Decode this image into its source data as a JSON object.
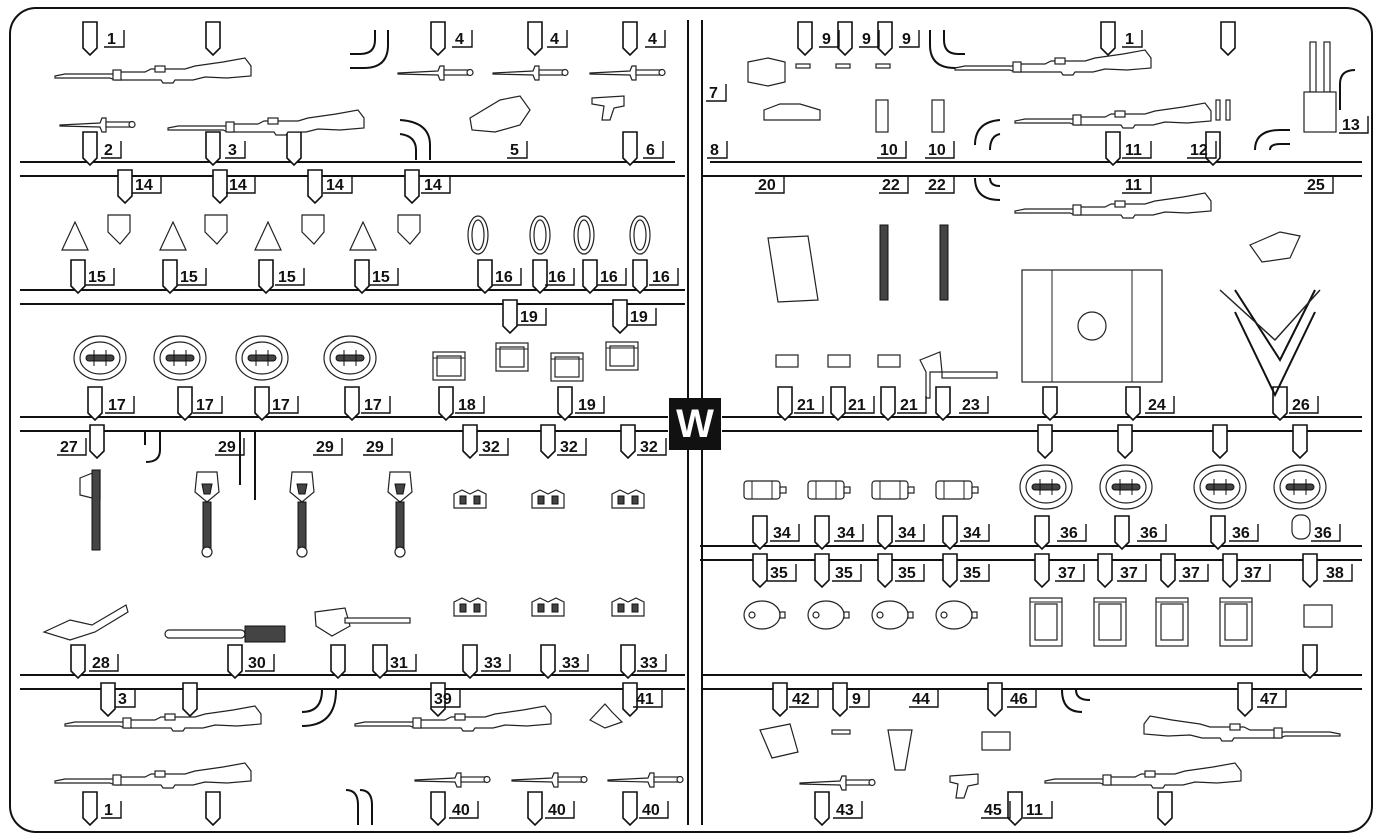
{
  "sprue": {
    "letter": "W"
  },
  "part_labels": [
    {
      "n": "1"
    },
    {
      "n": "4"
    },
    {
      "n": "4"
    },
    {
      "n": "4"
    },
    {
      "n": "9"
    },
    {
      "n": "9"
    },
    {
      "n": "9"
    },
    {
      "n": "1"
    },
    {
      "n": "7"
    },
    {
      "n": "2"
    },
    {
      "n": "3"
    },
    {
      "n": "5"
    },
    {
      "n": "6"
    },
    {
      "n": "8"
    },
    {
      "n": "10"
    },
    {
      "n": "10"
    },
    {
      "n": "11"
    },
    {
      "n": "12"
    },
    {
      "n": "13"
    },
    {
      "n": "14"
    },
    {
      "n": "14"
    },
    {
      "n": "14"
    },
    {
      "n": "14"
    },
    {
      "n": "20"
    },
    {
      "n": "22"
    },
    {
      "n": "22"
    },
    {
      "n": "11"
    },
    {
      "n": "25"
    },
    {
      "n": "15"
    },
    {
      "n": "15"
    },
    {
      "n": "15"
    },
    {
      "n": "15"
    },
    {
      "n": "16"
    },
    {
      "n": "16"
    },
    {
      "n": "16"
    },
    {
      "n": "16"
    },
    {
      "n": "19"
    },
    {
      "n": "19"
    },
    {
      "n": "17"
    },
    {
      "n": "17"
    },
    {
      "n": "17"
    },
    {
      "n": "17"
    },
    {
      "n": "18"
    },
    {
      "n": "19"
    },
    {
      "n": "21"
    },
    {
      "n": "21"
    },
    {
      "n": "21"
    },
    {
      "n": "23"
    },
    {
      "n": "24"
    },
    {
      "n": "26"
    },
    {
      "n": "27"
    },
    {
      "n": "29"
    },
    {
      "n": "29"
    },
    {
      "n": "29"
    },
    {
      "n": "32"
    },
    {
      "n": "32"
    },
    {
      "n": "32"
    },
    {
      "n": "34"
    },
    {
      "n": "34"
    },
    {
      "n": "34"
    },
    {
      "n": "34"
    },
    {
      "n": "36"
    },
    {
      "n": "36"
    },
    {
      "n": "36"
    },
    {
      "n": "36"
    },
    {
      "n": "35"
    },
    {
      "n": "35"
    },
    {
      "n": "35"
    },
    {
      "n": "35"
    },
    {
      "n": "37"
    },
    {
      "n": "37"
    },
    {
      "n": "37"
    },
    {
      "n": "37"
    },
    {
      "n": "38"
    },
    {
      "n": "28"
    },
    {
      "n": "30"
    },
    {
      "n": "31"
    },
    {
      "n": "33"
    },
    {
      "n": "33"
    },
    {
      "n": "33"
    },
    {
      "n": "3"
    },
    {
      "n": "39"
    },
    {
      "n": "41"
    },
    {
      "n": "42"
    },
    {
      "n": "9"
    },
    {
      "n": "44"
    },
    {
      "n": "46"
    },
    {
      "n": "47"
    },
    {
      "n": "1"
    },
    {
      "n": "40"
    },
    {
      "n": "40"
    },
    {
      "n": "40"
    },
    {
      "n": "43"
    },
    {
      "n": "45"
    },
    {
      "n": "11"
    }
  ],
  "parts": [
    {
      "kind": "rifle-bayonet"
    },
    {
      "kind": "bayonet"
    },
    {
      "kind": "bayonet"
    },
    {
      "kind": "bayonet"
    },
    {
      "kind": "rifle-bayonet"
    },
    {
      "kind": "bayonet"
    },
    {
      "kind": "rifle-bayonet"
    },
    {
      "kind": "binocular-case"
    },
    {
      "kind": "pistol"
    },
    {
      "kind": "harness"
    },
    {
      "kind": "rifle"
    },
    {
      "kind": "shovel"
    },
    {
      "kind": "shovel"
    },
    {
      "kind": "shovel"
    },
    {
      "kind": "shovel"
    },
    {
      "kind": "helmet"
    },
    {
      "kind": "helmet"
    },
    {
      "kind": "helmet"
    },
    {
      "kind": "helmet"
    },
    {
      "kind": "ammo-pouch"
    },
    {
      "kind": "ammo-pouch"
    },
    {
      "kind": "ammo-pouch"
    },
    {
      "kind": "ammo-pouch"
    },
    {
      "kind": "mess-tin"
    },
    {
      "kind": "mess-tin"
    },
    {
      "kind": "mess-tin"
    },
    {
      "kind": "mess-tin"
    },
    {
      "kind": "helmet"
    },
    {
      "kind": "helmet"
    },
    {
      "kind": "helmet"
    },
    {
      "kind": "helmet"
    },
    {
      "kind": "canteen"
    },
    {
      "kind": "canteen"
    },
    {
      "kind": "canteen"
    },
    {
      "kind": "canteen"
    },
    {
      "kind": "gas-mask-can"
    },
    {
      "kind": "gas-mask-can"
    },
    {
      "kind": "gas-mask-can"
    },
    {
      "kind": "gas-mask-can"
    },
    {
      "kind": "axe"
    },
    {
      "kind": "bipod"
    },
    {
      "kind": "tripod"
    },
    {
      "kind": "rifle"
    },
    {
      "kind": "rifle"
    },
    {
      "kind": "pliers"
    },
    {
      "kind": "grenade"
    },
    {
      "kind": "shovel"
    },
    {
      "kind": "pouch"
    },
    {
      "kind": "pouch"
    },
    {
      "kind": "pouch"
    },
    {
      "kind": "pouch"
    },
    {
      "kind": "pouch"
    },
    {
      "kind": "pouch"
    },
    {
      "kind": "rifle-bayonet"
    },
    {
      "kind": "rifle"
    },
    {
      "kind": "mg-mount"
    },
    {
      "kind": "holster"
    },
    {
      "kind": "knife"
    },
    {
      "kind": "pistol"
    },
    {
      "kind": "sheath"
    },
    {
      "kind": "rifle"
    },
    {
      "kind": "rifle-bayonet"
    },
    {
      "kind": "bayonet"
    },
    {
      "kind": "bayonet"
    },
    {
      "kind": "bayonet"
    },
    {
      "kind": "map-case"
    },
    {
      "kind": "plate"
    },
    {
      "kind": "binoculars"
    }
  ]
}
